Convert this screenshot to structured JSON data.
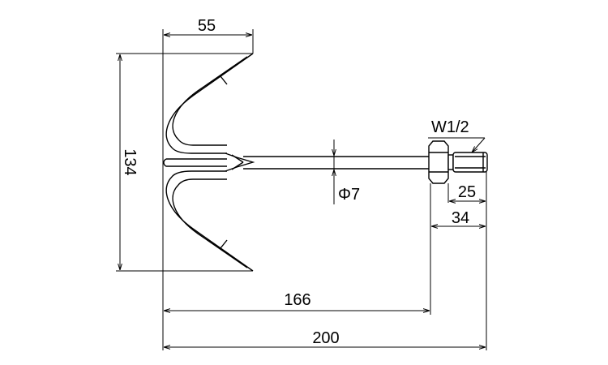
{
  "dimensions": {
    "top_width": "55",
    "height": "134",
    "diameter": "Φ7",
    "thread_spec": "W1/2",
    "thread_length": "25",
    "nut_to_end": "34",
    "shank_length": "166",
    "overall_length": "200"
  }
}
